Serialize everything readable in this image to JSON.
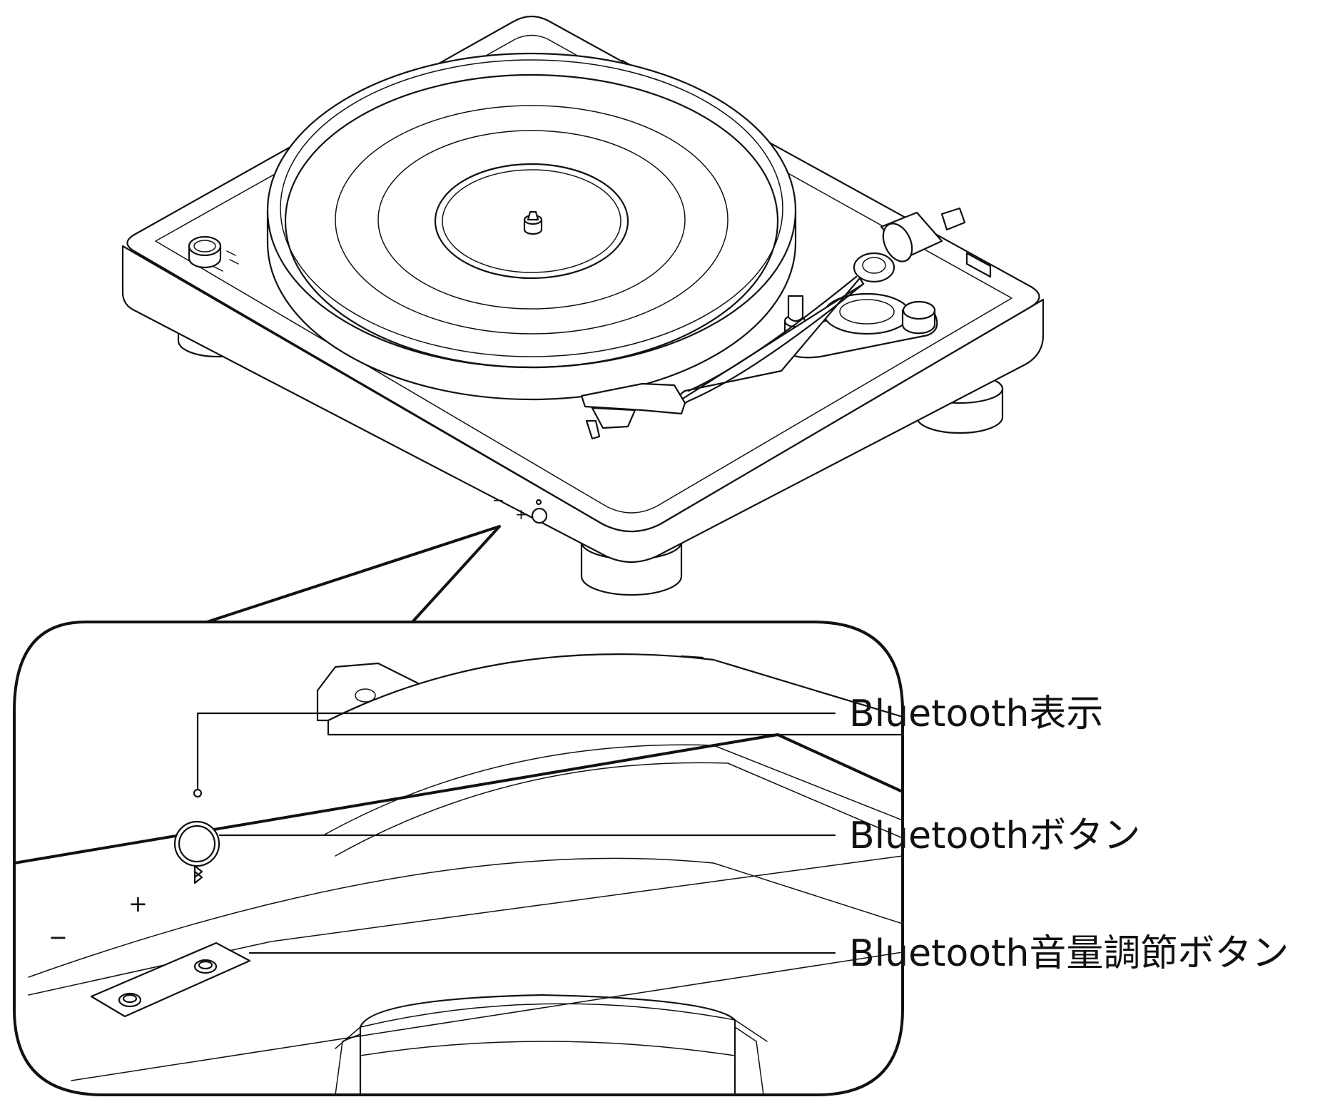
{
  "callouts": {
    "indicator": "Bluetooth表示",
    "button": "Bluetoothボタン",
    "volume_buttons": "Bluetooth音量調節ボタン"
  },
  "panel_marks": {
    "plus": "+",
    "minus": "−"
  },
  "icons": [
    "bluetooth-icon"
  ]
}
